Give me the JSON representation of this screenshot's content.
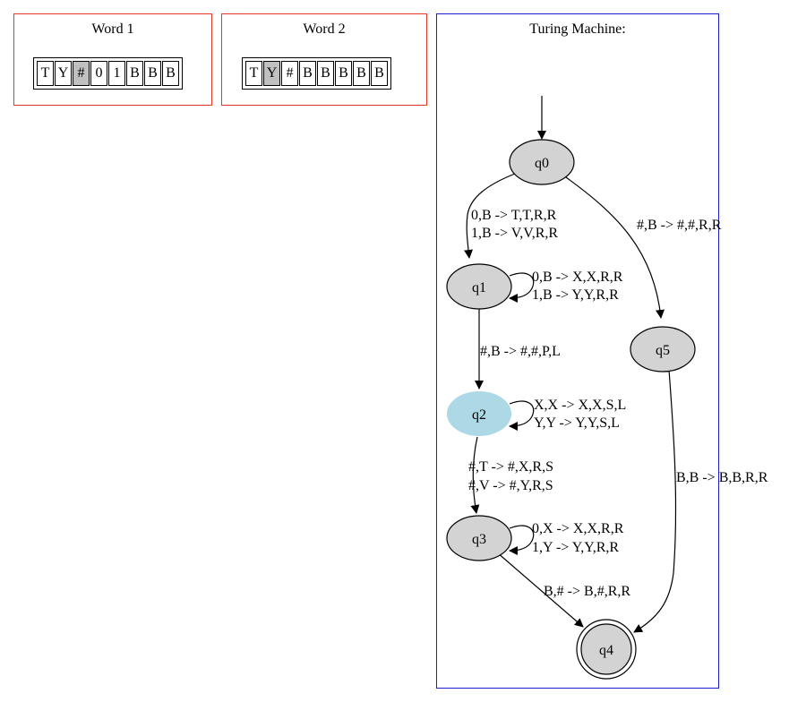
{
  "colors": {
    "word_border": "#e8352c",
    "machine_border": "#1d1dd6",
    "state_fill": "#d3d3d3",
    "active_state_fill": "#add8e6",
    "head_cell_fill": "#c0c0c0"
  },
  "word1": {
    "title": "Word 1",
    "head_index": 2,
    "cells": [
      "T",
      "Y",
      "#",
      "0",
      "1",
      "B",
      "B",
      "B"
    ]
  },
  "word2": {
    "title": "Word 2",
    "head_index": 1,
    "cells": [
      "T",
      "Y",
      "#",
      "B",
      "B",
      "B",
      "B",
      "B"
    ]
  },
  "machine": {
    "title": "Turing Machine:",
    "active_state": "q2",
    "accepting_state": "q4",
    "states": [
      "q0",
      "q1",
      "q2",
      "q3",
      "q4",
      "q5"
    ],
    "transitions": [
      {
        "id": "q0-q1",
        "lines": [
          "0,B -> T,T,R,R",
          "1,B -> V,V,R,R"
        ]
      },
      {
        "id": "q0-q5",
        "lines": [
          "#,B -> #,#,R,R"
        ]
      },
      {
        "id": "q1-q1",
        "lines": [
          "0,B -> X,X,R,R",
          "1,B -> Y,Y,R,R"
        ]
      },
      {
        "id": "q1-q2",
        "lines": [
          "#,B -> #,#,P,L"
        ]
      },
      {
        "id": "q2-q2",
        "lines": [
          "X,X -> X,X,S,L",
          "Y,Y -> Y,Y,S,L"
        ]
      },
      {
        "id": "q2-q3",
        "lines": [
          "#,T -> #,X,R,S",
          "#,V -> #,Y,R,S"
        ]
      },
      {
        "id": "q3-q3",
        "lines": [
          "0,X -> X,X,R,R",
          "1,Y -> Y,Y,R,R"
        ]
      },
      {
        "id": "q3-q4",
        "lines": [
          "B,# -> B,#,R,R"
        ]
      },
      {
        "id": "q5-q4",
        "lines": [
          "B,B -> B,B,R,R"
        ]
      }
    ]
  }
}
